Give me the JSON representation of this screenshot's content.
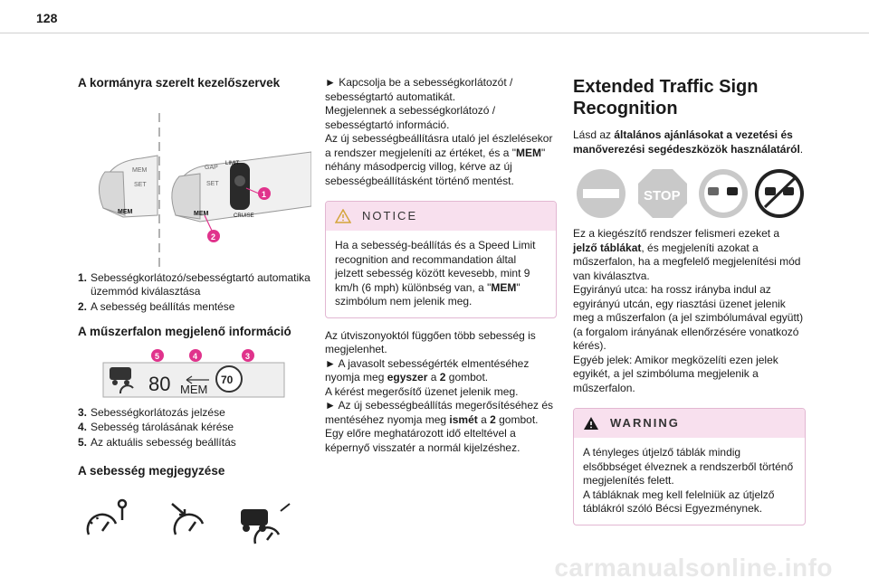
{
  "page_number": "128",
  "col1": {
    "heading1": "A kormányra szerelt kezelőszervek",
    "illus1_labels": {
      "mem1": "MEM",
      "set1": "SET",
      "mem2": "MEM",
      "set2": "SET",
      "limit": "LIMIT",
      "cruise": "CRUISE",
      "gap": "GAP",
      "c1": "1",
      "c2": "2"
    },
    "list1": [
      {
        "num": "1.",
        "text": "Sebességkorlátozó/sebességtartó automatika üzemmód kiválasztása"
      },
      {
        "num": "2.",
        "text": "A sebesség beállítás mentése"
      }
    ],
    "heading2": "A műszerfalon megjelenő információ",
    "illus2_labels": {
      "speed": "80",
      "mem": "MEM",
      "sign": "70",
      "c5": "5",
      "c4": "4",
      "c3": "3"
    },
    "list2": [
      {
        "num": "3.",
        "text": "Sebességkorlátozás jelzése"
      },
      {
        "num": "4.",
        "text": "Sebesség tárolásának kérése"
      },
      {
        "num": "5.",
        "text": "Az aktuális sebesség beállítás"
      }
    ],
    "heading3": "A sebesség megjegyzése"
  },
  "col2": {
    "para1": "► Kapcsolja be a sebességkorlátozót / sebességtartó automatikát.",
    "para2": "Megjelennek a sebességkorlátozó / sebességtartó információ.",
    "para3_a": "Az új sebességbeállításra utaló jel észlelésekor a rendszer megjeleníti az értéket, és a \"",
    "para3_b": "MEM",
    "para3_c": "\" néhány másodpercig villog, kérve az új sebességbeállításként történő mentést.",
    "notice_label": "NOTICE",
    "notice_a": "Ha a sebesség-beállítás és a Speed Limit recognition and recommandation által jelzett sebesség között kevesebb, mint 9 km/h (6 mph) különbség van, a \"",
    "notice_b": "MEM",
    "notice_c": "\" szimbólum nem jelenik meg.",
    "para4": "Az útviszonyoktól függően több sebesség is megjelenhet.",
    "para5_a": "► A javasolt sebességérték elmentéséhez nyomja meg ",
    "para5_b": "egyszer",
    "para5_c": " a ",
    "para5_d": "2",
    "para5_e": " gombot.",
    "para6": "A kérést megerősítő üzenet jelenik meg.",
    "para7_a": "► Az új sebességbeállítás megerősítéséhez és mentéséhez nyomja meg ",
    "para7_b": "ismét",
    "para7_c": " a ",
    "para7_d": "2",
    "para7_e": " gombot.",
    "para8": "Egy előre meghatározott idő elteltével a képernyő visszatér a normál kijelzéshez."
  },
  "col3": {
    "title": "Extended Traffic Sign Recognition",
    "intro_a": "Lásd az ",
    "intro_b": "általános ajánlásokat a vezetési és manőverezési segédeszközök használatáról",
    "intro_c": ".",
    "stop_text": "STOP",
    "body_a": "Ez a kiegészítő rendszer felismeri ezeket a ",
    "body_b": "jelző táblákat",
    "body_c": ", és megjeleníti azokat a műszerfalon, ha a megfelelő megjelenítési mód van kiválasztva.",
    "body2": "Egyirányú utca: ha rossz irányba indul az egyirányú utcán, egy riasztási üzenet jelenik meg a műszerfalon (a jel szimbólumával együtt) (a forgalom irányának ellenőrzésére vonatkozó kérés).",
    "body3": "Egyéb jelek: Amikor megközelíti ezen jelek egyikét, a jel szimbóluma megjelenik a műszerfalon.",
    "warning_label": "WARNING",
    "warning1": "A tényleges útjelző táblák mindig elsőbbséget élveznek a rendszerből történő megjelenítés felett.",
    "warning2": "A tábláknak meg kell felelniük az útjelző táblákról szóló Bécsi Egyezménynek."
  },
  "footer": "carmanualsonline.info",
  "colors": {
    "accent_pink": "#f8e0ee",
    "callout_pink": "#e0338c",
    "warning_yellow": "#d4a53b",
    "sign_red": "#d42020"
  }
}
